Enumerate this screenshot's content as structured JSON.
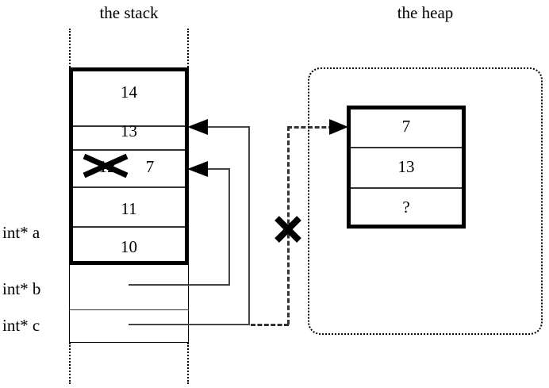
{
  "figure": {
    "stack_title": "the stack",
    "heap_title": "the heap"
  },
  "stack": {
    "frame_cells": [
      {
        "value": "14"
      },
      {
        "value": "13"
      },
      {
        "value": "12",
        "struck_out": true,
        "replacement": "7"
      },
      {
        "value": "11"
      },
      {
        "value": "10"
      }
    ],
    "struck_value": "12",
    "new_value": "7",
    "variables": [
      {
        "label": "int* a"
      },
      {
        "label": "int* b"
      },
      {
        "label": "int* c"
      }
    ]
  },
  "heap": {
    "cells": [
      {
        "value": "7"
      },
      {
        "value": "13"
      },
      {
        "value": "?"
      }
    ]
  },
  "annotations": {
    "invalidated_pointer_mark": "✕",
    "overwritten_value_mark": "✕"
  },
  "colors": {
    "ink": "#000000",
    "stroke": "#444444",
    "background": "#ffffff"
  }
}
